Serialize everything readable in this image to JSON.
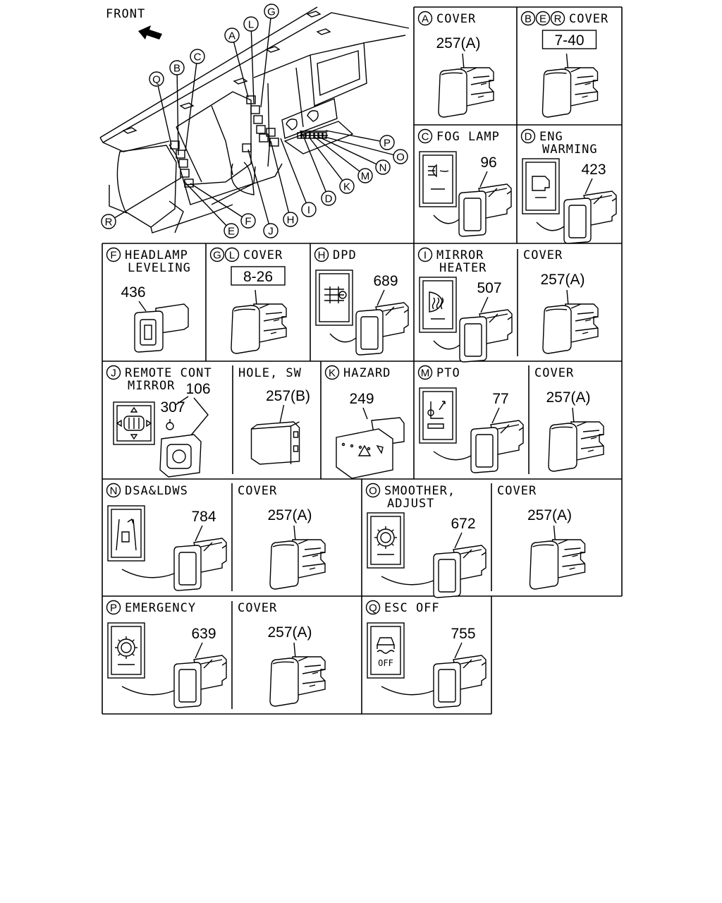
{
  "overview": {
    "front_label": "FRONT",
    "callouts": [
      "A",
      "B",
      "C",
      "D",
      "E",
      "F",
      "G",
      "H",
      "I",
      "J",
      "K",
      "L",
      "M",
      "N",
      "O",
      "P",
      "Q",
      "R"
    ]
  },
  "cells": [
    {
      "id": "A",
      "letters": [
        "A"
      ],
      "title": [
        "COVER"
      ],
      "part": "257(A)",
      "kind": "cover"
    },
    {
      "id": "BER",
      "letters": [
        "B",
        "E",
        "R"
      ],
      "title": [
        "COVER"
      ],
      "part": "7-40",
      "boxed": true,
      "kind": "cover"
    },
    {
      "id": "C",
      "letters": [
        "C"
      ],
      "title": [
        "FOG LAMP"
      ],
      "part": "96",
      "kind": "switch",
      "icon": "fog-lamp-icon"
    },
    {
      "id": "D",
      "letters": [
        "D"
      ],
      "title": [
        "ENG",
        "WARMING"
      ],
      "part": "423",
      "kind": "switch",
      "icon": "engine-warming-icon"
    },
    {
      "id": "F",
      "letters": [
        "F"
      ],
      "title": [
        "HEADLAMP",
        "LEVELING"
      ],
      "part": "436",
      "kind": "dial",
      "icon": "headlamp-leveling-dial-icon"
    },
    {
      "id": "GL",
      "letters": [
        "G",
        "L"
      ],
      "title": [
        "COVER"
      ],
      "part": "8-26",
      "boxed": true,
      "kind": "cover"
    },
    {
      "id": "H",
      "letters": [
        "H"
      ],
      "title": [
        "DPD"
      ],
      "part": "689",
      "kind": "switch",
      "icon": "dpd-icon"
    },
    {
      "id": "I",
      "letters": [
        "I"
      ],
      "title": [
        "MIRROR",
        "HEATER"
      ],
      "part": "507",
      "kind": "switch",
      "icon": "mirror-heater-icon"
    },
    {
      "id": "Icover",
      "letters": [],
      "title": [
        "COVER"
      ],
      "part": "257(A)",
      "kind": "cover"
    },
    {
      "id": "J",
      "letters": [
        "J"
      ],
      "title": [
        "REMOTE CONT",
        "MIRROR"
      ],
      "parts": [
        "106",
        "307"
      ],
      "kind": "remote",
      "icon": "remote-mirror-icon"
    },
    {
      "id": "hole",
      "letters": [],
      "title": [
        "HOLE, SW"
      ],
      "part": "257(B)",
      "kind": "hole"
    },
    {
      "id": "K",
      "letters": [
        "K"
      ],
      "title": [
        "HAZARD"
      ],
      "part": "249",
      "kind": "hazard",
      "icon": "hazard-icon"
    },
    {
      "id": "M",
      "letters": [
        "M"
      ],
      "title": [
        "PTO"
      ],
      "part": "77",
      "kind": "switch",
      "icon": "pto-icon"
    },
    {
      "id": "Mcover",
      "letters": [],
      "title": [
        "COVER"
      ],
      "part": "257(A)",
      "kind": "cover"
    },
    {
      "id": "N",
      "letters": [
        "N"
      ],
      "title": [
        "DSA&LDWS"
      ],
      "part": "784",
      "kind": "switch",
      "icon": "lane-departure-icon"
    },
    {
      "id": "Ncover",
      "letters": [],
      "title": [
        "COVER"
      ],
      "part": "257(A)",
      "kind": "cover"
    },
    {
      "id": "O",
      "letters": [
        "O"
      ],
      "title": [
        "SMOOTHER,",
        "ADJUST"
      ],
      "part": "672",
      "kind": "switch",
      "icon": "smoother-gear-icon"
    },
    {
      "id": "Ocover",
      "letters": [],
      "title": [
        "COVER"
      ],
      "part": "257(A)",
      "kind": "cover"
    },
    {
      "id": "P",
      "letters": [
        "P"
      ],
      "title": [
        "EMERGENCY"
      ],
      "part": "639",
      "kind": "switch",
      "icon": "emergency-gear-icon"
    },
    {
      "id": "Pcover",
      "letters": [],
      "title": [
        "COVER"
      ],
      "part": "257(A)",
      "kind": "cover"
    },
    {
      "id": "Q",
      "letters": [
        "Q"
      ],
      "title": [
        "ESC OFF"
      ],
      "part": "755",
      "kind": "switch",
      "icon": "esc-off-icon",
      "icon_text": "OFF"
    }
  ]
}
